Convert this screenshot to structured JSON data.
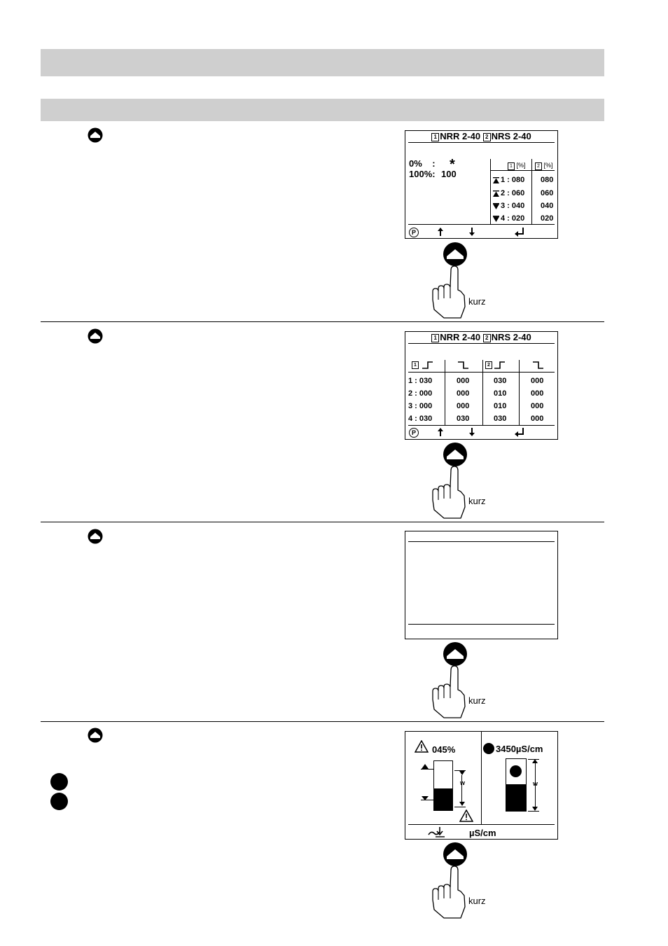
{
  "section1": {
    "screen": {
      "title_box1": "1",
      "title_device1": "NRR 2-40",
      "title_box2": "2",
      "title_device2": "NRS 2-40",
      "zero_label": "0%    :",
      "zero_value": "*",
      "hundred_label": "100%:",
      "hundred_value": "100",
      "col1_header_box": "1",
      "col1_header_unit": "[%]",
      "col2_header_box": "2",
      "col2_header_unit": "[%]",
      "rows": [
        {
          "label": "1 : 080",
          "value": "080"
        },
        {
          "label": "2 : 060",
          "value": "060"
        },
        {
          "label": "3 : 040",
          "value": "040"
        },
        {
          "label": "4 : 020",
          "value": "020"
        }
      ],
      "footer_p": "P"
    },
    "press_label": "kurz"
  },
  "section2": {
    "screen": {
      "title_box1": "1",
      "title_device1": "NRR 2-40",
      "title_box2": "2",
      "title_device2": "NRS 2-40",
      "header_box1": "1",
      "header_box2": "2",
      "rows": [
        [
          "1 : 030",
          "000",
          "030",
          "000"
        ],
        [
          "2 : 000",
          "000",
          "010",
          "000"
        ],
        [
          "3 : 000",
          "000",
          "010",
          "000"
        ],
        [
          "4 : 030",
          "030",
          "030",
          "000"
        ]
      ],
      "footer_p": "P"
    },
    "press_label": "kurz"
  },
  "section3": {
    "press_label": "kurz"
  },
  "section4": {
    "screen": {
      "left_percent": "045%",
      "right_value": "3450µS/cm",
      "w_left": "w",
      "w_right": "w",
      "footer_unit": "µS/cm",
      "level_fill_fraction": 0.45
    },
    "press_label": "kurz"
  }
}
